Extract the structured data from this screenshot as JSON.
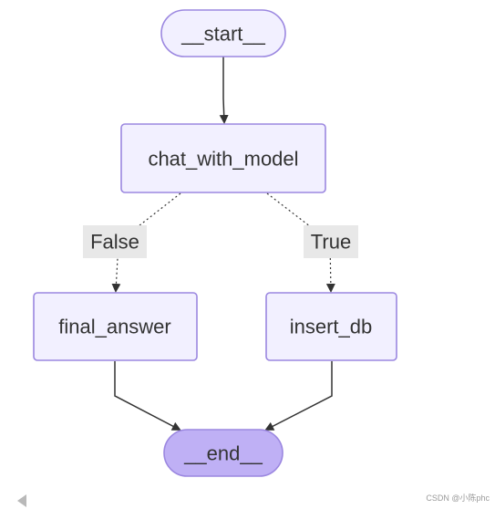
{
  "nodes": {
    "start": {
      "label": "__start__"
    },
    "chat_with_model": {
      "label": "chat_with_model"
    },
    "final_answer": {
      "label": "final_answer"
    },
    "insert_db": {
      "label": "insert_db"
    },
    "end": {
      "label": "__end__"
    }
  },
  "edges": {
    "false_label": "False",
    "true_label": "True"
  },
  "colors": {
    "node_fill": "#f2f0ff",
    "node_stroke": "#9b87e0",
    "end_fill": "#bfb0f5",
    "edge": "#333333",
    "label_bg": "#e8e8e8"
  },
  "watermark": {
    "text": "CSDN @小陈phc"
  }
}
